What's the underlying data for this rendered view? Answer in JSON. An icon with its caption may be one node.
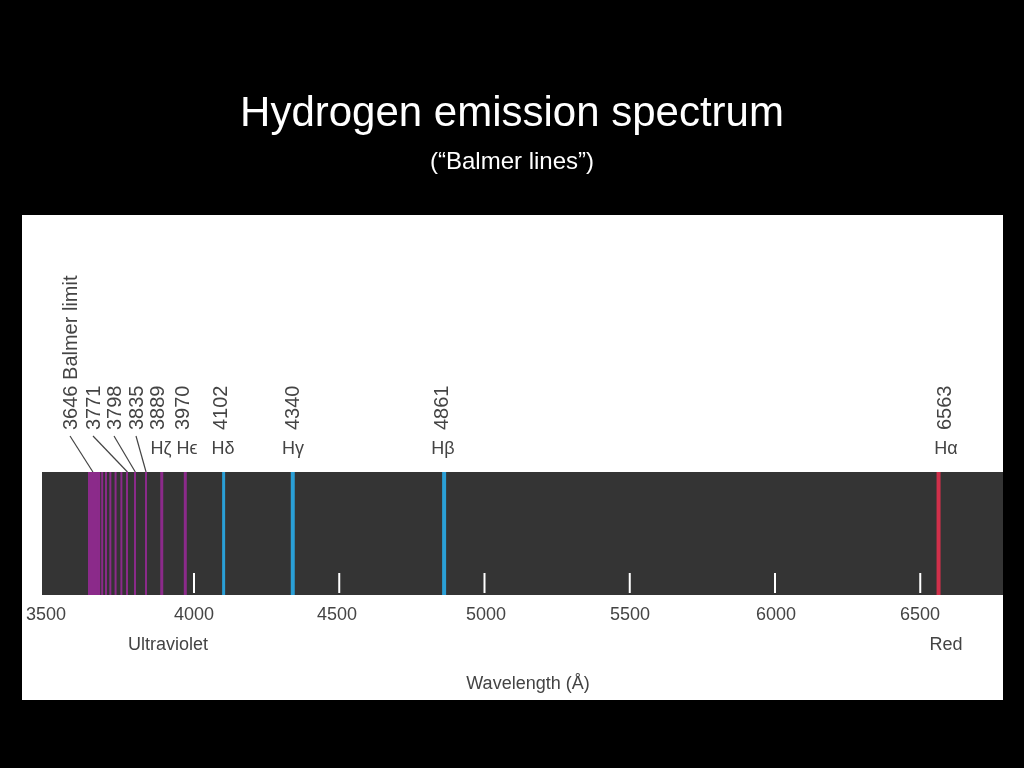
{
  "diagram": {
    "title": "Hydrogen emission spectrum",
    "nodes": [
      {
        "text": [
          "3646 Balmer limit"
        ]
      },
      {
        "text": [
          "3771"
        ]
      },
      {
        "text": [
          "3798"
        ]
      },
      {
        "text": [
          "3835"
        ]
      },
      {
        "text": [],
        "shape": "bar"
      },
      {
        "text": [],
        "shape": "bar"
      },
      {
        "text": [],
        "shape": "bar"
      },
      {
        "text": [],
        "shape": "bar"
      }
    ],
    "edges": [
      {
        "from": 0,
        "to": 4,
        "arrow": "none"
      },
      {
        "from": 1,
        "to": 5,
        "arrow": "none"
      },
      {
        "from": 2,
        "to": 6,
        "arrow": "none"
      },
      {
        "from": 3,
        "to": 7,
        "arrow": "none"
      }
    ],
    "labels": [
      "(“Balmer lines”)",
      "3889",
      "3970",
      "4102",
      "4340",
      "4861",
      "6563",
      "Hζ",
      "Hϵ",
      "Hδ",
      "Hγ",
      "Hβ",
      "Hα",
      "3500",
      "4000",
      "4500",
      "5000",
      "5500",
      "6000",
      "6500",
      "Ultraviolet",
      "Red",
      "Wavelength (Å)"
    ]
  }
}
